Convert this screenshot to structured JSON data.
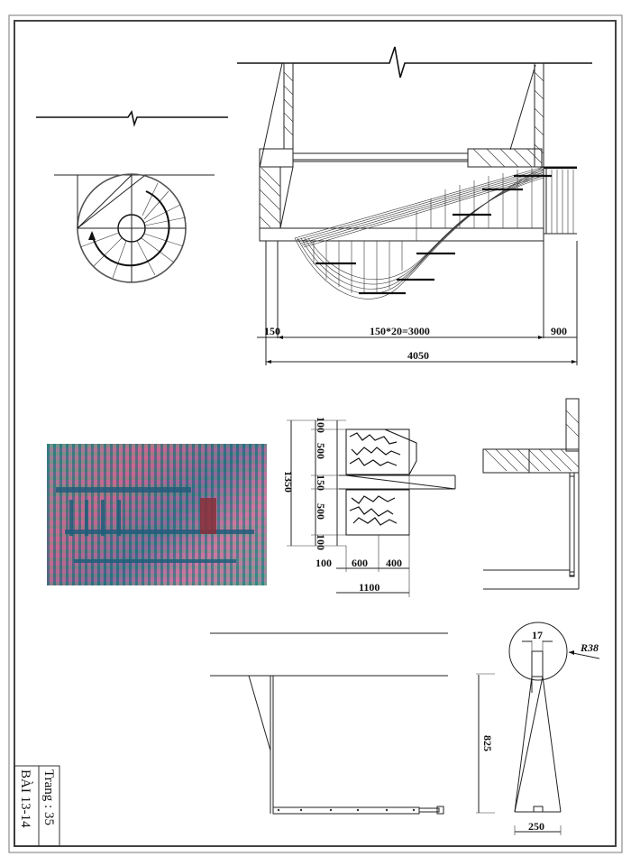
{
  "sheet": {
    "title_block": {
      "lesson_label": "BÀI 13-14",
      "page_label": "Trang : 35"
    }
  },
  "elevation": {
    "dims": {
      "left_offset": "150",
      "steps": "150*20=3000",
      "landing": "900",
      "total": "4050"
    }
  },
  "plan_view": {
    "description": "Spiral stair plan with direction arrow"
  },
  "photo": {
    "description": "Photo of steel cantilever stair (posterized colors)"
  },
  "step_detail": {
    "dims": {
      "total_height": "1350",
      "top_cover": "100",
      "upper_block": "500",
      "step_thickness": "150",
      "lower_block": "500",
      "bottom_cover": "100",
      "left_offset": "100",
      "embed": "600",
      "taper": "400",
      "total_width": "1100"
    }
  },
  "baluster_detail": {
    "dims": {
      "top_width": "17",
      "radius": "R38",
      "height": "825",
      "base_width": "250"
    }
  },
  "colors": {
    "line": "#222222",
    "frame": "#555555",
    "background": "#ffffff"
  }
}
